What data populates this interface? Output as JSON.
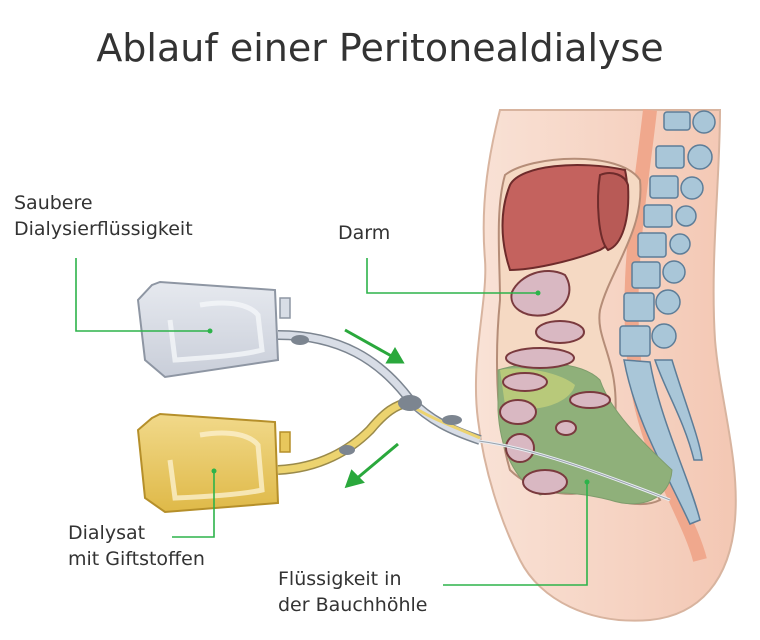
{
  "title": "Ablauf einer Peritonealdialyse",
  "labels": {
    "clean_fluid": {
      "line1": "Saubere",
      "line2": "Dialysierflüssigkeit"
    },
    "intestine": {
      "line1": "Darm"
    },
    "dialysate": {
      "line1": "Dialysat",
      "line2": "mit Giftstoffen"
    },
    "abdominal_fluid": {
      "line1": "Flüssigkeit in",
      "line2": "der Bauchhöhle"
    }
  },
  "colors": {
    "leader_line": "#2db34a",
    "arrow": "#2aa83c",
    "clean_bag": "#d8dde6",
    "dialysate_bag": "#e8c75c",
    "liver": "#c4625e",
    "intestine": "#d9b8c2",
    "fluid_cavity": "#8fb07a",
    "vertebra": "#a9c6d8",
    "skin": "#f6d6c6",
    "text": "#333333"
  }
}
